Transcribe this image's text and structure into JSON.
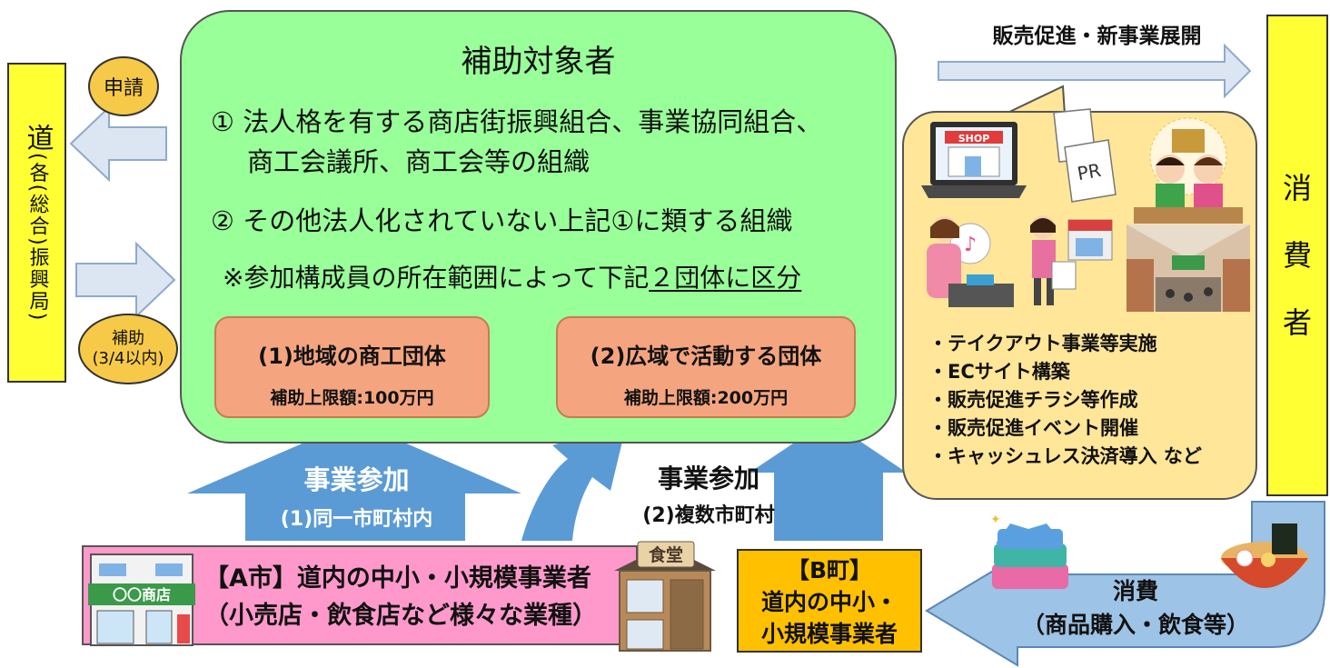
{
  "left": {
    "prefecture_main": "道",
    "prefecture_paren": "(各(総合)振興局)",
    "apply_label": "申請",
    "subsidy_label": "補助",
    "subsidy_rate": "(3/4以内)"
  },
  "target": {
    "title": "補助対象者",
    "item1_line1": "① 法人格を有する商店街振興組合、事業協同組合、",
    "item1_line2": "商工会議所、商工会等の組織",
    "item2": "② その他法人化されていない上記①に類する組織",
    "note_prefix": "※参加構成員の所在範囲によって下記",
    "note_underlined": "２団体に区分",
    "groups": [
      {
        "title": "(1)地域の商工団体",
        "limit": "補助上限額:100万円"
      },
      {
        "title": "(2)広域で活動する団体",
        "limit": "補助上限額:200万円"
      }
    ]
  },
  "participation": {
    "label1": "事業参加",
    "scope1": "(1)同一市町村内",
    "label2": "事業参加",
    "scope2": "(2)複数市町村"
  },
  "businesses": {
    "a_line1": "【A市】道内の中小・小規模事業者",
    "a_line2": "（小売店・飲食店など様々な業種）",
    "shop_sign": "〇〇商店",
    "shokudo_sign": "食堂",
    "b_line1": "【B町】",
    "b_line2": "道内の中小・",
    "b_line3": "小規模事業者"
  },
  "right": {
    "promotion_label": "販売促進・新事業展開",
    "consumer": [
      "消",
      "費",
      "者"
    ],
    "shop_sign": "SHOP",
    "pr_label": "PR",
    "activities": [
      "・テイクアウト事業等実施",
      "・ECサイト構築",
      "・販売促進チラシ等作成",
      "・販売促進イベント開催",
      "・キャッシュレス決済導入 など"
    ],
    "consumption_label": "消費",
    "consumption_detail": "（商品購入・飲食等）"
  }
}
